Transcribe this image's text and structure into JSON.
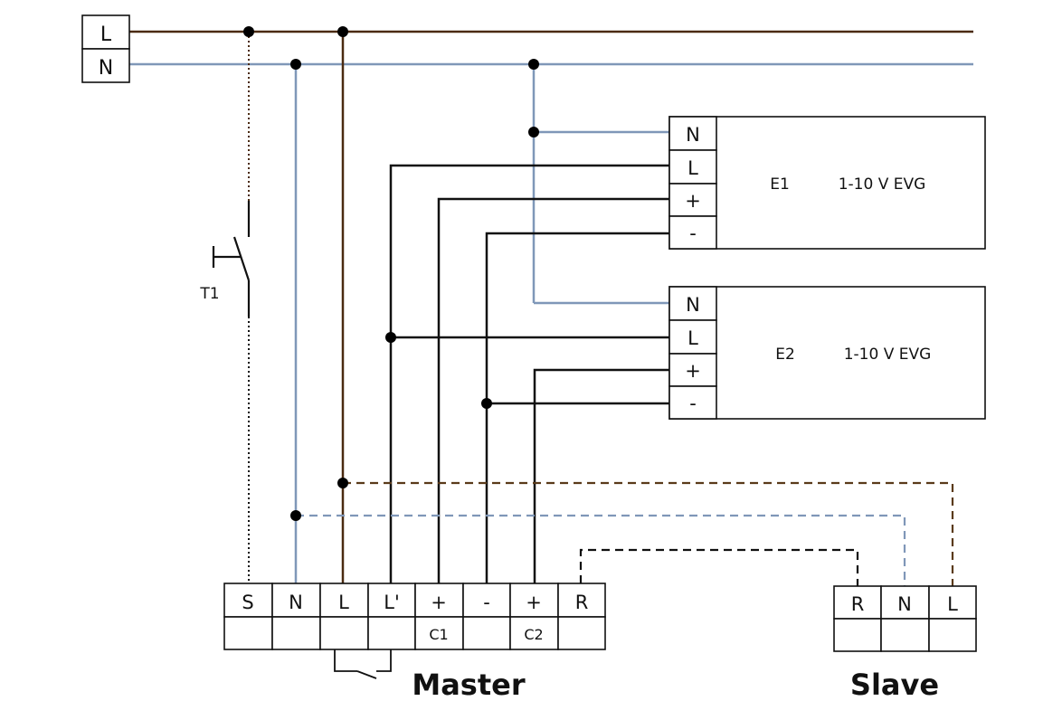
{
  "colors": {
    "live_wire": "#4a2a10",
    "neutral_wire": "#7f97b8",
    "signal_wire": "#111111",
    "dashed_live": "#5a3a1a",
    "dashed_neutral": "#7f97b8",
    "dot": "#000000"
  },
  "supply": {
    "line_label": "L",
    "neutral_label": "N"
  },
  "switch": {
    "label": "T1"
  },
  "ballasts": [
    {
      "name": "E1",
      "type": "1-10 V EVG",
      "terminals": [
        "N",
        "L",
        "+",
        "-"
      ]
    },
    {
      "name": "E2",
      "type": "1-10 V EVG",
      "terminals": [
        "N",
        "L",
        "+",
        "-"
      ]
    }
  ],
  "master": {
    "title": "Master",
    "terminals": [
      "S",
      "N",
      "L",
      "L'",
      "+",
      "-",
      "+",
      "R"
    ],
    "sub_labels": [
      "",
      "",
      "",
      "",
      "C1",
      "",
      "C2",
      ""
    ]
  },
  "slave": {
    "title": "Slave",
    "terminals": [
      "R",
      "N",
      "L"
    ]
  }
}
